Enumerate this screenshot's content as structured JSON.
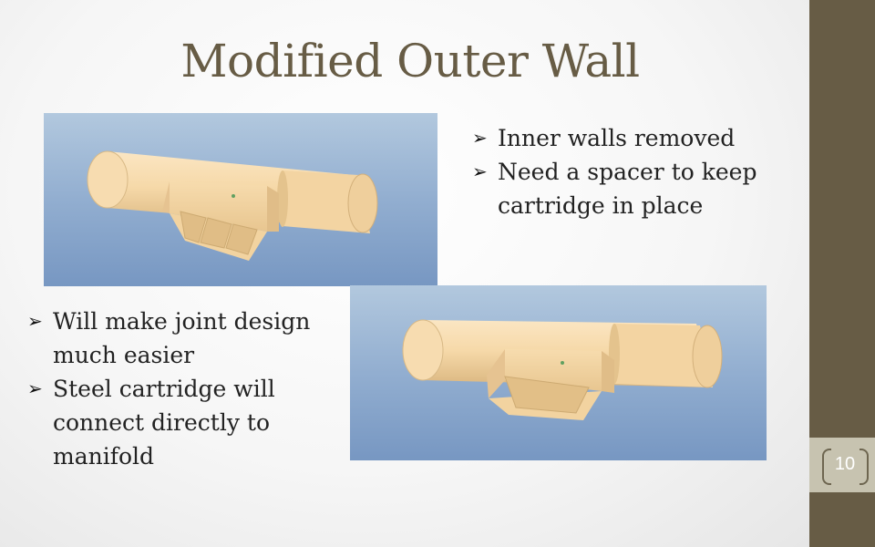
{
  "slide": {
    "title": "Modified Outer Wall",
    "page_number": "10"
  },
  "bullets_top": [
    "Inner walls removed",
    "Need a spacer to keep cartridge in place"
  ],
  "bullets_bottom": [
    "Will make joint design much easier",
    "Steel cartridge will connect directly to manifold"
  ],
  "colors": {
    "title": "#675c45",
    "side_bar": "#675c45",
    "page_box": "#c7c3b0",
    "figure_bg_top": "#b2c8de",
    "figure_bg_bottom": "#7797c2",
    "part_tan": "#f4d6a6"
  }
}
